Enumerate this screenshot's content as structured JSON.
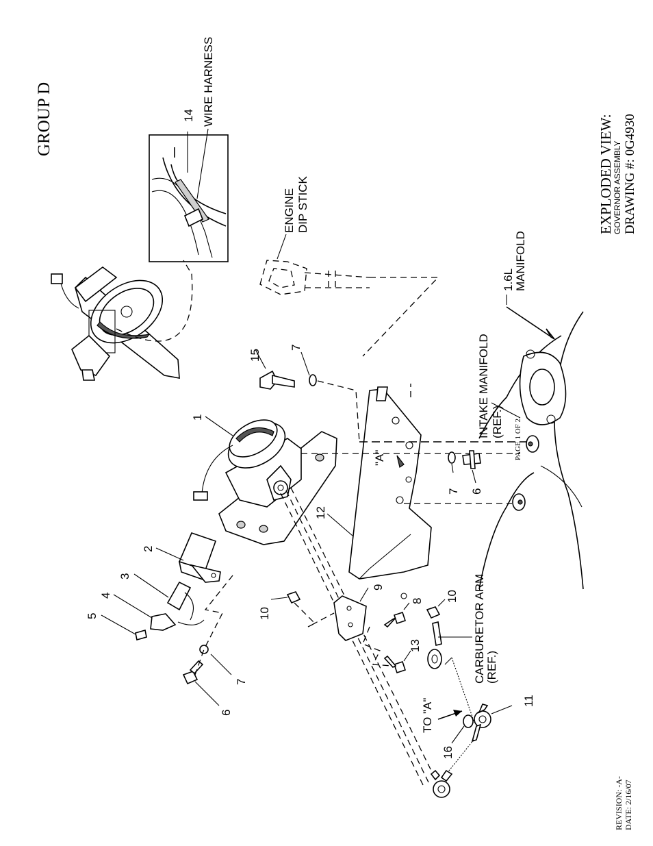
{
  "header": {
    "group": "GROUP D"
  },
  "title_block": {
    "line1": "EXPLODED VIEW:",
    "line2": "GOVERNOR ASSEMBLY",
    "line3": "DRAWING #: 0G4930"
  },
  "footer": {
    "page": "PAGE 1 OF 2",
    "revision": "REVISION: -A-",
    "date": "DATE: 2/16/07"
  },
  "labels": {
    "wire_harness": "WIRE HARNESS",
    "engine_dip_stick_1": "ENGINE",
    "engine_dip_stick_2": "DIP STICK",
    "manifold_1": "1.6L",
    "manifold_2": "MANIFOLD",
    "intake_manifold_1": "INTAKE MANIFOLD",
    "intake_manifold_2": "(REF.)",
    "carburetor_arm_1": "CARBURETOR ARM",
    "carburetor_arm_2": "(REF.)",
    "ref_a": "\"A\"",
    "to_a": "TO \"A\""
  },
  "callouts": {
    "c1": "1",
    "c2": "2",
    "c3": "3",
    "c4": "4",
    "c5": "5",
    "c6a": "6",
    "c6b": "6",
    "c7a": "7",
    "c7b": "7",
    "c7c": "7",
    "c8": "8",
    "c9": "9",
    "c10a": "10",
    "c10b": "10",
    "c11": "11",
    "c12": "12",
    "c13": "13",
    "c14": "14",
    "c15": "15",
    "c16": "16"
  }
}
